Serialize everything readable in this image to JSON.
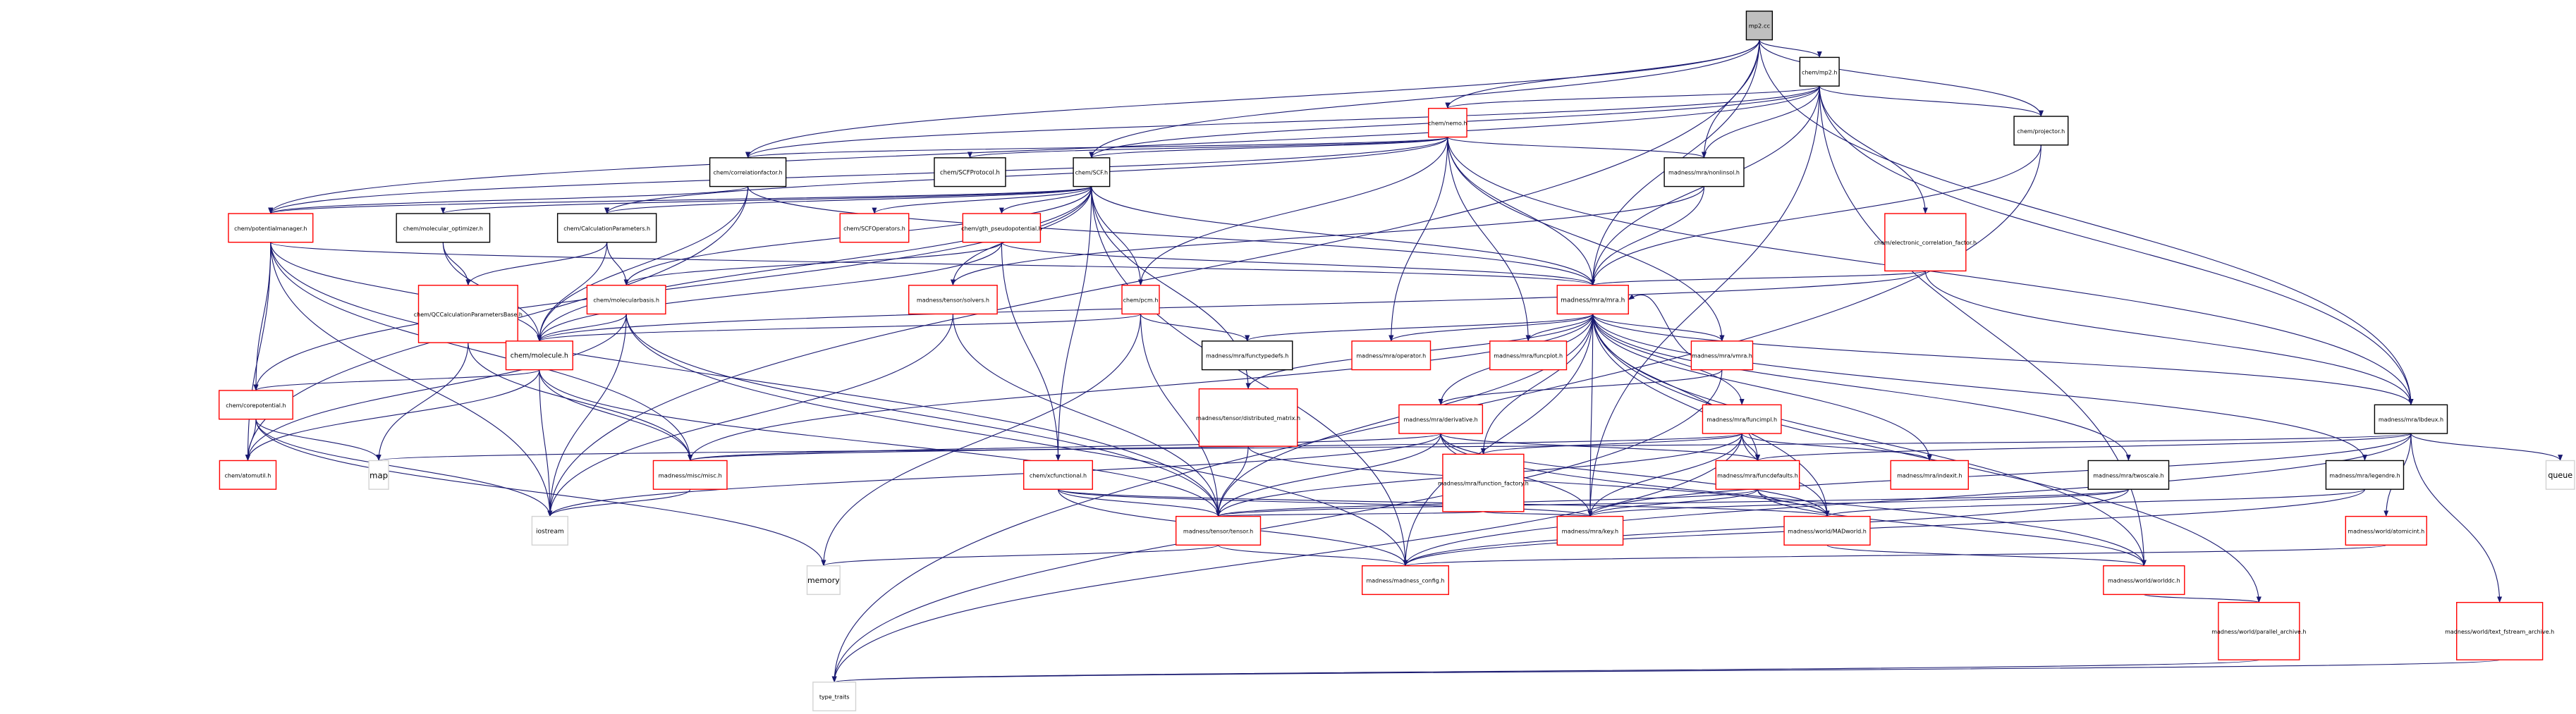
{
  "graph": {
    "root": "mp2.cc",
    "colors": {
      "edge": "#191970",
      "root_fill": "#bfbfbf",
      "border_normal": "#000000",
      "border_incomplete": "#ff0000",
      "node_fill": "#ffffff"
    },
    "nodes": [
      {
        "id": "mp2cc",
        "label": "mp2.cc",
        "kind": "root"
      },
      {
        "id": "mp2h",
        "label": "chem/mp2.h",
        "kind": "normal"
      },
      {
        "id": "nemo",
        "label": "chem/nemo.h",
        "kind": "incomplete"
      },
      {
        "id": "corrfactor",
        "label": "chem/correlationfactor.h",
        "kind": "normal"
      },
      {
        "id": "scfprot",
        "label": "chem/SCFProtocol.h",
        "kind": "normal"
      },
      {
        "id": "scf",
        "label": "chem/SCF.h",
        "kind": "normal"
      },
      {
        "id": "nonlinsol",
        "label": "madness/mra/nonlinsol.h",
        "kind": "normal"
      },
      {
        "id": "projector",
        "label": "chem/projector.h",
        "kind": "normal"
      },
      {
        "id": "potman",
        "label": "chem/potentialmanager.h",
        "kind": "incomplete"
      },
      {
        "id": "molopt",
        "label": "chem/molecular_optimizer.h",
        "kind": "normal"
      },
      {
        "id": "calcparam",
        "label": "chem/CalculationParameters.h",
        "kind": "normal"
      },
      {
        "id": "scfops",
        "label": "chem/SCFOperators.h",
        "kind": "incomplete"
      },
      {
        "id": "gthpseudo",
        "label": "chem/gth_pseudopotential.h",
        "kind": "incomplete"
      },
      {
        "id": "eleccorr",
        "label": "chem/electronic_correlation_factor.h",
        "kind": "incomplete"
      },
      {
        "id": "qccalc",
        "label": "chem/QCCalculationParametersBase.h",
        "kind": "incomplete"
      },
      {
        "id": "molbasis",
        "label": "chem/molecularbasis.h",
        "kind": "incomplete"
      },
      {
        "id": "tensorsolvers",
        "label": "madness/tensor/solvers.h",
        "kind": "incomplete"
      },
      {
        "id": "mra",
        "label": "madness/mra/mra.h",
        "kind": "incomplete"
      },
      {
        "id": "pcm",
        "label": "chem/pcm.h",
        "kind": "incomplete"
      },
      {
        "id": "molecule",
        "label": "chem/molecule.h",
        "kind": "incomplete"
      },
      {
        "id": "functypedefs",
        "label": "madness/mra/functypedefs.h",
        "kind": "normal"
      },
      {
        "id": "operator",
        "label": "madness/mra/operator.h",
        "kind": "incomplete"
      },
      {
        "id": "funcplot",
        "label": "madness/mra/funcplot.h",
        "kind": "incomplete"
      },
      {
        "id": "vmra",
        "label": "madness/mra/vmra.h",
        "kind": "incomplete"
      },
      {
        "id": "corepot",
        "label": "chem/corepotential.h",
        "kind": "incomplete"
      },
      {
        "id": "distmatrix",
        "label": "madness/tensor/distributed_matrix.h",
        "kind": "incomplete"
      },
      {
        "id": "derivative",
        "label": "madness/mra/derivative.h",
        "kind": "incomplete"
      },
      {
        "id": "funcimpl",
        "label": "madness/mra/funcimpl.h",
        "kind": "incomplete"
      },
      {
        "id": "lbdeux",
        "label": "madness/mra/lbdeux.h",
        "kind": "normal"
      },
      {
        "id": "atomutil",
        "label": "chem/atomutil.h",
        "kind": "incomplete"
      },
      {
        "id": "map",
        "label": "map",
        "kind": "system"
      },
      {
        "id": "misc",
        "label": "madness/misc/misc.h",
        "kind": "incomplete"
      },
      {
        "id": "xcfunctional",
        "label": "chem/xcfunctional.h",
        "kind": "incomplete"
      },
      {
        "id": "funcfactory",
        "label": "madness/mra/function_factory.h",
        "kind": "incomplete"
      },
      {
        "id": "funcdefaults",
        "label": "madness/mra/funcdefaults.h",
        "kind": "incomplete"
      },
      {
        "id": "indexit",
        "label": "madness/mra/indexit.h",
        "kind": "incomplete"
      },
      {
        "id": "twoscale",
        "label": "madness/mra/twoscale.h",
        "kind": "normal"
      },
      {
        "id": "legendre",
        "label": "madness/mra/legendre.h",
        "kind": "normal"
      },
      {
        "id": "queue",
        "label": "queue",
        "kind": "system"
      },
      {
        "id": "iostream",
        "label": "iostream",
        "kind": "system"
      },
      {
        "id": "tensor",
        "label": "madness/tensor/tensor.h",
        "kind": "incomplete"
      },
      {
        "id": "key",
        "label": "madness/mra/key.h",
        "kind": "incomplete"
      },
      {
        "id": "madworld",
        "label": "madness/world/MADworld.h",
        "kind": "incomplete"
      },
      {
        "id": "atomicint",
        "label": "madness/world/atomicint.h",
        "kind": "incomplete"
      },
      {
        "id": "memory",
        "label": "memory",
        "kind": "system"
      },
      {
        "id": "madconfig",
        "label": "madness/madness_config.h",
        "kind": "incomplete"
      },
      {
        "id": "worlddc",
        "label": "madness/world/worlddc.h",
        "kind": "incomplete"
      },
      {
        "id": "parallelarch",
        "label": "madness/world/parallel_archive.h",
        "kind": "incomplete"
      },
      {
        "id": "textfstream",
        "label": "madness/world/text_fstream_archive.h",
        "kind": "incomplete"
      },
      {
        "id": "typetraits",
        "label": "type_traits",
        "kind": "system"
      }
    ],
    "edges": [
      [
        "mp2cc",
        "mp2h"
      ],
      [
        "mp2cc",
        "nemo"
      ],
      [
        "mp2cc",
        "corrfactor"
      ],
      [
        "mp2cc",
        "scf"
      ],
      [
        "mp2cc",
        "nonlinsol"
      ],
      [
        "mp2cc",
        "projector"
      ],
      [
        "mp2cc",
        "mra"
      ],
      [
        "mp2cc",
        "lbdeux"
      ],
      [
        "mp2cc",
        "iostream"
      ],
      [
        "mp2h",
        "nemo"
      ],
      [
        "mp2h",
        "corrfactor"
      ],
      [
        "mp2h",
        "scf"
      ],
      [
        "mp2h",
        "nonlinsol"
      ],
      [
        "mp2h",
        "projector"
      ],
      [
        "mp2h",
        "eleccorr"
      ],
      [
        "mp2h",
        "mra"
      ],
      [
        "mp2h",
        "lbdeux"
      ],
      [
        "mp2h",
        "key"
      ],
      [
        "mp2h",
        "worlddc"
      ],
      [
        "mp2h",
        "potman"
      ],
      [
        "nemo",
        "corrfactor"
      ],
      [
        "nemo",
        "scfprot"
      ],
      [
        "nemo",
        "scf"
      ],
      [
        "nemo",
        "nonlinsol"
      ],
      [
        "nemo",
        "calcparam"
      ],
      [
        "nemo",
        "pcm"
      ],
      [
        "nemo",
        "mra"
      ],
      [
        "nemo",
        "operator"
      ],
      [
        "nemo",
        "funcplot"
      ],
      [
        "nemo",
        "vmra"
      ],
      [
        "nemo",
        "lbdeux"
      ],
      [
        "nemo",
        "potman"
      ],
      [
        "corrfactor",
        "potman"
      ],
      [
        "corrfactor",
        "molecule"
      ],
      [
        "corrfactor",
        "atomutil"
      ],
      [
        "corrfactor",
        "mra"
      ],
      [
        "scf",
        "potman"
      ],
      [
        "scf",
        "molopt"
      ],
      [
        "scf",
        "calcparam"
      ],
      [
        "scf",
        "scfops"
      ],
      [
        "scf",
        "gthpseudo"
      ],
      [
        "scf",
        "molbasis"
      ],
      [
        "scf",
        "tensorsolvers"
      ],
      [
        "scf",
        "mra"
      ],
      [
        "scf",
        "pcm"
      ],
      [
        "scf",
        "molecule"
      ],
      [
        "scf",
        "corepot"
      ],
      [
        "scf",
        "xcfunctional"
      ],
      [
        "scf",
        "distmatrix"
      ],
      [
        "scf",
        "madconfig"
      ],
      [
        "nonlinsol",
        "mra"
      ],
      [
        "nonlinsol",
        "tensorsolvers"
      ],
      [
        "projector",
        "mra"
      ],
      [
        "projector",
        "typetraits"
      ],
      [
        "potman",
        "mra"
      ],
      [
        "potman",
        "molecule"
      ],
      [
        "potman",
        "corepot"
      ],
      [
        "potman",
        "atomutil"
      ],
      [
        "potman",
        "misc"
      ],
      [
        "potman",
        "iostream"
      ],
      [
        "potman",
        "tensor"
      ],
      [
        "molopt",
        "qccalc"
      ],
      [
        "molopt",
        "molecule"
      ],
      [
        "calcparam",
        "qccalc"
      ],
      [
        "calcparam",
        "molbasis"
      ],
      [
        "calcparam",
        "molecule"
      ],
      [
        "gthpseudo",
        "mra"
      ],
      [
        "gthpseudo",
        "molecule"
      ],
      [
        "gthpseudo",
        "molbasis"
      ],
      [
        "gthpseudo",
        "xcfunctional"
      ],
      [
        "eleccorr",
        "mra"
      ],
      [
        "eleccorr",
        "lbdeux"
      ],
      [
        "eleccorr",
        "molecule"
      ],
      [
        "qccalc",
        "map"
      ],
      [
        "qccalc",
        "misc"
      ],
      [
        "molbasis",
        "molecule"
      ],
      [
        "molbasis",
        "atomutil"
      ],
      [
        "molbasis",
        "iostream"
      ],
      [
        "molbasis",
        "tensor"
      ],
      [
        "molbasis",
        "madconfig"
      ],
      [
        "tensorsolvers",
        "iostream"
      ],
      [
        "tensorsolvers",
        "tensor"
      ],
      [
        "mra",
        "functypedefs"
      ],
      [
        "mra",
        "operator"
      ],
      [
        "mra",
        "funcplot"
      ],
      [
        "mra",
        "vmra"
      ],
      [
        "mra",
        "derivative"
      ],
      [
        "mra",
        "funcimpl"
      ],
      [
        "mra",
        "lbdeux"
      ],
      [
        "mra",
        "funcfactory"
      ],
      [
        "mra",
        "funcdefaults"
      ],
      [
        "mra",
        "indexit"
      ],
      [
        "mra",
        "twoscale"
      ],
      [
        "mra",
        "legendre"
      ],
      [
        "mra",
        "key"
      ],
      [
        "mra",
        "worlddc"
      ],
      [
        "mra",
        "madworld"
      ],
      [
        "mra",
        "parallelarch"
      ],
      [
        "mra",
        "madconfig"
      ],
      [
        "mra",
        "tensor"
      ],
      [
        "mra",
        "misc"
      ],
      [
        "mra",
        "distmatrix"
      ],
      [
        "pcm",
        "molecule"
      ],
      [
        "pcm",
        "functypedefs"
      ],
      [
        "pcm",
        "tensor"
      ],
      [
        "pcm",
        "memory"
      ],
      [
        "molecule",
        "corepot"
      ],
      [
        "molecule",
        "atomutil"
      ],
      [
        "molecule",
        "misc"
      ],
      [
        "molecule",
        "iostream"
      ],
      [
        "molecule",
        "tensor"
      ],
      [
        "vmra",
        "mra"
      ],
      [
        "vmra",
        "derivative"
      ],
      [
        "vmra",
        "typetraits"
      ],
      [
        "corepot",
        "atomutil"
      ],
      [
        "corepot",
        "map"
      ],
      [
        "corepot",
        "iostream"
      ],
      [
        "corepot",
        "memory"
      ],
      [
        "distmatrix",
        "tensor"
      ],
      [
        "distmatrix",
        "madworld"
      ],
      [
        "derivative",
        "tensor"
      ],
      [
        "derivative",
        "key"
      ],
      [
        "derivative",
        "funcdefaults"
      ],
      [
        "derivative",
        "madworld"
      ],
      [
        "derivative",
        "misc"
      ],
      [
        "derivative",
        "iostream"
      ],
      [
        "derivative",
        "worlddc"
      ],
      [
        "funcimpl",
        "funcfactory"
      ],
      [
        "funcimpl",
        "funcdefaults"
      ],
      [
        "funcimpl",
        "indexit"
      ],
      [
        "funcimpl",
        "key"
      ],
      [
        "funcimpl",
        "tensor"
      ],
      [
        "funcimpl",
        "madworld"
      ],
      [
        "funcimpl",
        "misc"
      ],
      [
        "funcimpl",
        "typetraits"
      ],
      [
        "lbdeux",
        "funcdefaults"
      ],
      [
        "lbdeux",
        "key"
      ],
      [
        "lbdeux",
        "queue"
      ],
      [
        "lbdeux",
        "atomicint"
      ],
      [
        "lbdeux",
        "textfstream"
      ],
      [
        "lbdeux",
        "madconfig"
      ],
      [
        "lbdeux",
        "map"
      ],
      [
        "misc",
        "iostream"
      ],
      [
        "xcfunctional",
        "tensor"
      ],
      [
        "xcfunctional",
        "key"
      ],
      [
        "xcfunctional",
        "madconfig"
      ],
      [
        "xcfunctional",
        "madworld"
      ],
      [
        "funcfactory",
        "tensor"
      ],
      [
        "funcfactory",
        "key"
      ],
      [
        "funcdefaults",
        "tensor"
      ],
      [
        "funcdefaults",
        "key"
      ],
      [
        "funcdefaults",
        "madworld"
      ],
      [
        "funcdefaults",
        "worlddc"
      ],
      [
        "twoscale",
        "tensor"
      ],
      [
        "twoscale",
        "key"
      ],
      [
        "twoscale",
        "madconfig"
      ],
      [
        "legendre",
        "madworld"
      ],
      [
        "legendre",
        "madconfig"
      ],
      [
        "tensor",
        "madconfig"
      ],
      [
        "tensor",
        "memory"
      ],
      [
        "madworld",
        "worlddc"
      ],
      [
        "atomicint",
        "madconfig"
      ],
      [
        "worlddc",
        "parallelarch"
      ],
      [
        "parallelarch",
        "typetraits"
      ],
      [
        "textfstream",
        "typetraits"
      ]
    ]
  }
}
